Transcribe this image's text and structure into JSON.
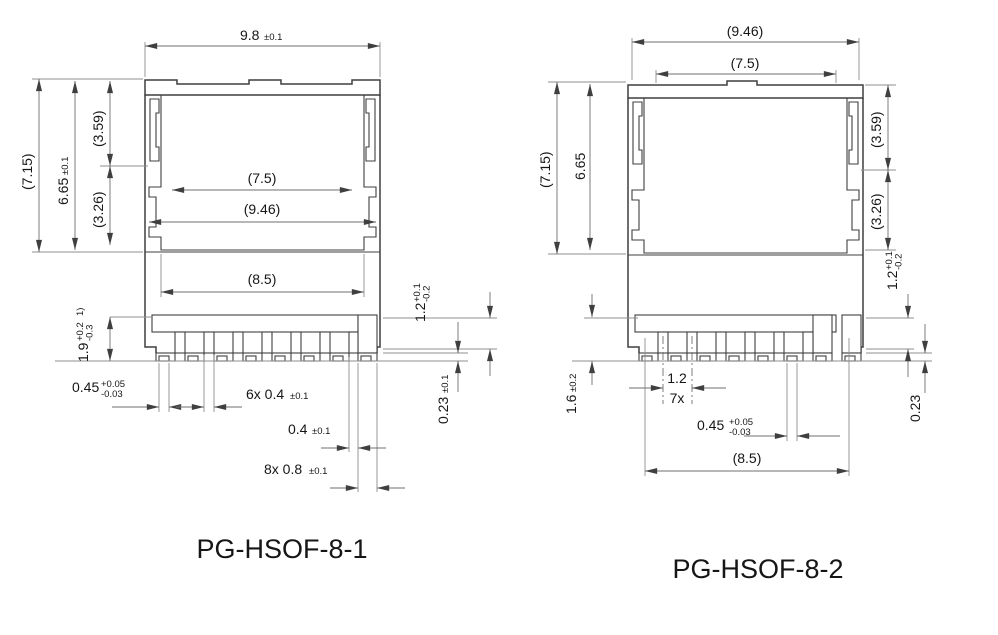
{
  "left": {
    "title": "PG-HSOF-8-1",
    "d_top_w": {
      "v": "9.8",
      "tol": "±0.1"
    },
    "d_total_h": {
      "v": "(7.15)"
    },
    "d_body_h": {
      "v": "6.65",
      "tol": "±0.1"
    },
    "d_up_h": {
      "v": "(3.59)"
    },
    "d_low_h": {
      "v": "(3.26)"
    },
    "d_in_w": {
      "v": "(7.5)"
    },
    "d_clip_w": {
      "v": "(9.46)"
    },
    "d_body_w": {
      "v": "(8.5)"
    },
    "d_lead_l": {
      "v": "1.9",
      "sup": "+0.2",
      "sub": "-0.3",
      "note": "1)"
    },
    "d_foot_w": {
      "v": "0.45",
      "sup": "+0.05",
      "sub": "-0.03"
    },
    "d_lead_w6": {
      "v": "6x 0.4",
      "tol": "±0.1"
    },
    "d_lead_w1": {
      "v": "0.4",
      "tol": "±0.1"
    },
    "d_lead_w8": {
      "v": "8x 0.8",
      "tol": "±0.1"
    },
    "d_foot_t": {
      "v": "0.23",
      "tol": "±0.1"
    },
    "d_standoff": {
      "v": "1.2",
      "sup": "+0.1",
      "sub": "-0.2"
    }
  },
  "right": {
    "title": "PG-HSOF-8-2",
    "d_clip_w": {
      "v": "(9.46)"
    },
    "d_in_w": {
      "v": "(7.5)"
    },
    "d_total_h": {
      "v": "(7.15)"
    },
    "d_body_h": {
      "v": "6.65"
    },
    "d_up_h": {
      "v": "(3.59)"
    },
    "d_low_h": {
      "v": "(3.26)"
    },
    "d_standoff": {
      "v": "1.2",
      "sup": "+0.1",
      "sub": "-0.2"
    },
    "d_lead_l": {
      "v": "1.6",
      "tol": "±0.2"
    },
    "d_pitch": {
      "v": "1.2",
      "count": "7x"
    },
    "d_foot_w": {
      "v": "0.45",
      "sup": "+0.05",
      "sub": "-0.03"
    },
    "d_body_w": {
      "v": "(8.5)"
    },
    "d_foot_t": {
      "v": "0.23"
    }
  }
}
